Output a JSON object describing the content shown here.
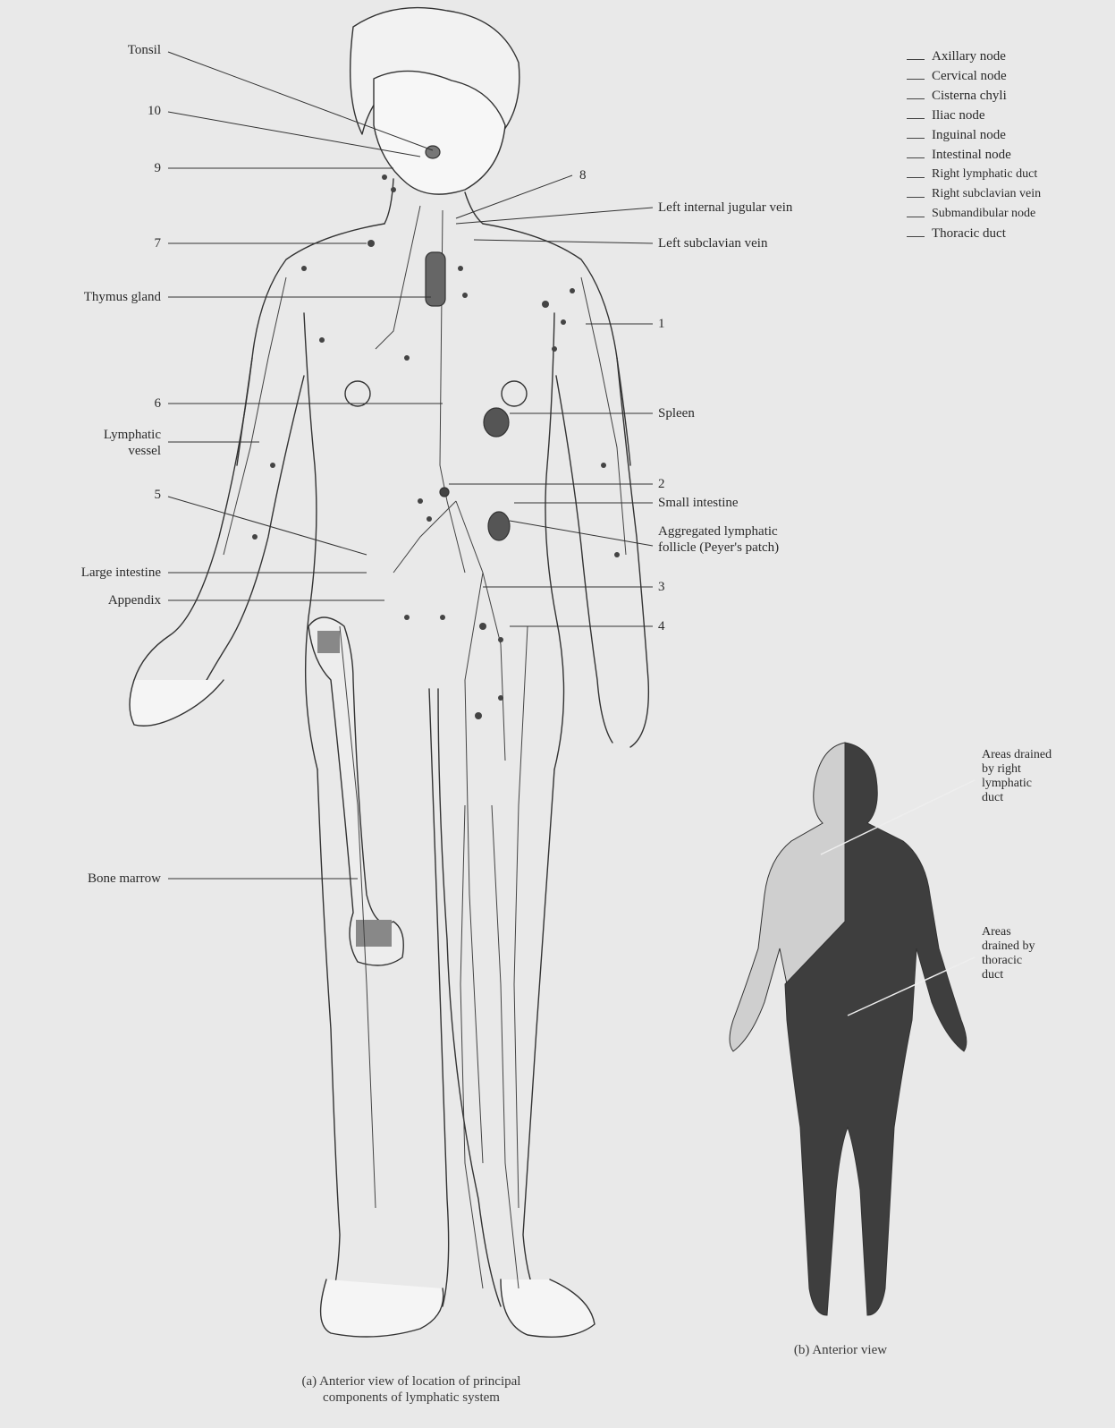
{
  "diagram": {
    "left_labels": [
      {
        "id": "tonsil",
        "text": "Tonsil"
      },
      {
        "id": "n10",
        "text": "10"
      },
      {
        "id": "n9",
        "text": "9"
      },
      {
        "id": "n7",
        "text": "7"
      },
      {
        "id": "thymus",
        "text": "Thymus gland"
      },
      {
        "id": "n6",
        "text": "6"
      },
      {
        "id": "lymph-vessel-1",
        "text": "Lymphatic"
      },
      {
        "id": "lymph-vessel-2",
        "text": "vessel"
      },
      {
        "id": "n5",
        "text": "5"
      },
      {
        "id": "large-intestine",
        "text": "Large intestine"
      },
      {
        "id": "appendix",
        "text": "Appendix"
      },
      {
        "id": "bone-marrow",
        "text": "Bone marrow"
      }
    ],
    "right_labels": [
      {
        "id": "n8",
        "text": "8"
      },
      {
        "id": "left-jugular",
        "text": "Left internal jugular vein"
      },
      {
        "id": "left-subclavian",
        "text": "Left subclavian vein"
      },
      {
        "id": "n1",
        "text": "1"
      },
      {
        "id": "spleen",
        "text": "Spleen"
      },
      {
        "id": "n2",
        "text": "2"
      },
      {
        "id": "small-intestine",
        "text": "Small intestine"
      },
      {
        "id": "peyer-1",
        "text": "Aggregated lymphatic"
      },
      {
        "id": "peyer-2",
        "text": "follicle (Peyer's patch)"
      },
      {
        "id": "n3",
        "text": "3"
      },
      {
        "id": "n4",
        "text": "4"
      }
    ],
    "key": [
      "Axillary node",
      "Cervical node",
      "Cisterna chyli",
      "Iliac node",
      "Inguinal node",
      "Intestinal node",
      "Right lymphatic duct",
      "Right subclavian vein",
      "Submandibular node",
      "Thoracic duct"
    ],
    "panel_b_labels": {
      "right_duct": [
        "Areas drained",
        "by right",
        "lymphatic",
        "duct"
      ],
      "thoracic": [
        "Areas",
        "drained by",
        "thoracic",
        "duct"
      ]
    },
    "caption_a": [
      "(a) Anterior view of location of principal",
      "components of lymphatic system"
    ],
    "caption_b": "(b) Anterior view",
    "colors": {
      "ink": "#2a2a2a",
      "dark_region": "#3e3e3e",
      "light_region": "#cfcfcf",
      "node": "#555555"
    }
  }
}
